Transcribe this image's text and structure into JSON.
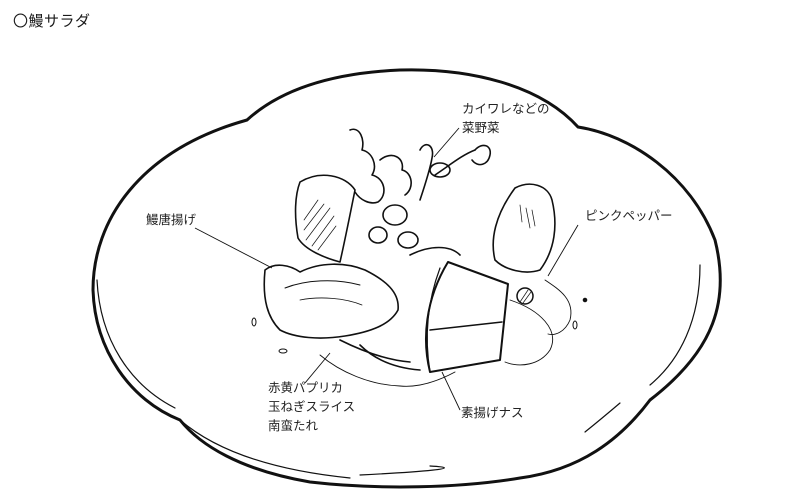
{
  "title": "〇鰻サラダ",
  "labels": {
    "greens": {
      "lines": [
        "カイワレなどの",
        "菜野菜"
      ]
    },
    "eel": {
      "lines": [
        "鰻唐揚げ"
      ]
    },
    "pepper": {
      "lines": [
        "ピンクペッパー"
      ]
    },
    "sauce": {
      "lines": [
        "赤黄パプリカ",
        "玉ねぎスライス",
        "南蛮たれ"
      ]
    },
    "eggplant": {
      "lines": [
        "素揚げナス"
      ]
    }
  },
  "colors": {
    "ink": "#111111",
    "background": "#ffffff"
  }
}
